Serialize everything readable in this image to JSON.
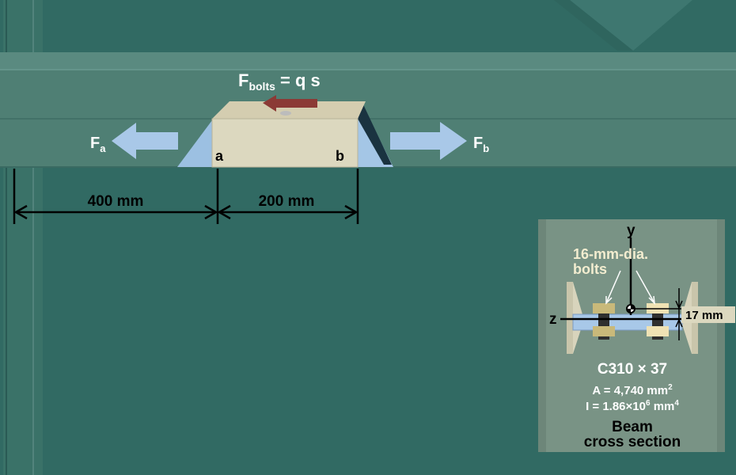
{
  "diagram": {
    "top_formula": {
      "main": "F",
      "sub": "bolts",
      "rest": " = q s"
    },
    "force_a": {
      "main": "F",
      "sub": "a"
    },
    "force_b": {
      "main": "F",
      "sub": "b"
    },
    "point_a": "a",
    "point_b": "b",
    "dim_left": "400 mm",
    "dim_right": "200 mm"
  },
  "inset": {
    "y_axis": "y",
    "z_axis": "z",
    "bolt_label_line1": "16-mm-dia.",
    "bolt_label_line2": "bolts",
    "offset_label": "17 mm",
    "section_name": "C310 × 37",
    "area_prefix": "A = 4,740 mm",
    "area_exp": "2",
    "inertia_prefix": "I = 1.86×10",
    "inertia_exp": "6",
    "inertia_unit": " mm",
    "inertia_unit_exp": "4",
    "caption_line1": "Beam",
    "caption_line2": "cross section"
  },
  "colors": {
    "background": "#316a63",
    "beam": "#4f7f74",
    "block": "#dcd8bf",
    "force_arrow": "#a9c8e8",
    "bolt_force_arrow": "#8b3a36",
    "inset_panel": "#799385"
  }
}
